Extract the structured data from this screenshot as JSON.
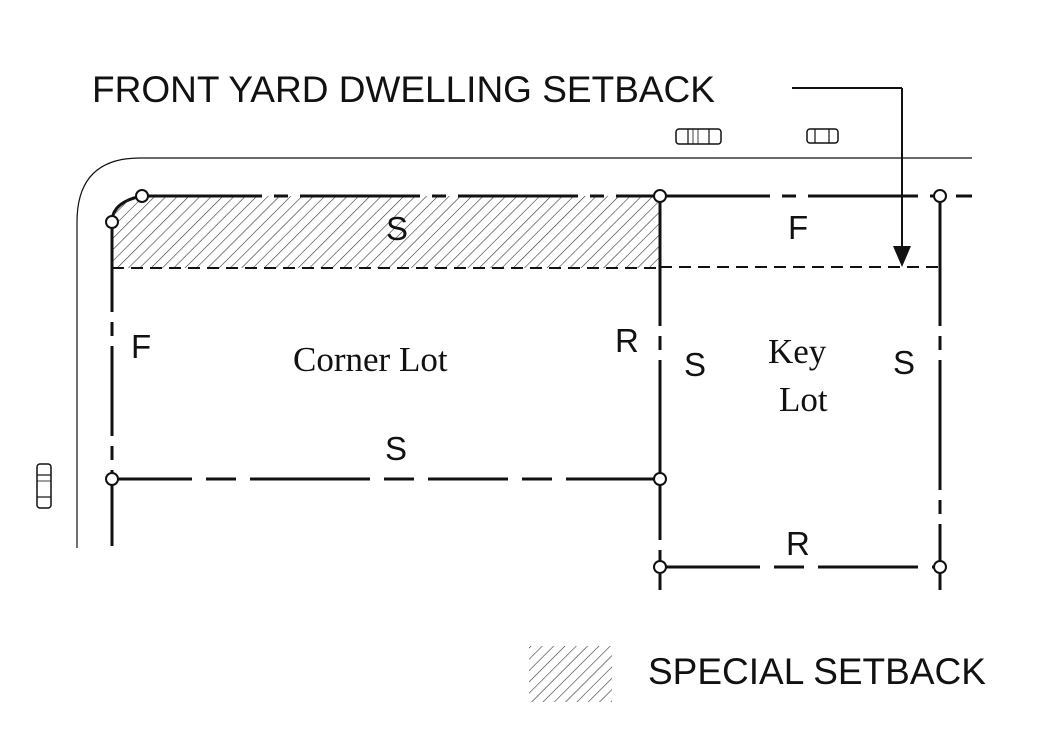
{
  "title": "FRONT YARD DWELLING SETBACK",
  "lots": {
    "corner": "Corner Lot",
    "key_line1": "Key",
    "key_line2": "Lot"
  },
  "labels": {
    "corner_top": "S",
    "corner_left": "F",
    "corner_right": "R",
    "corner_bottom": "S",
    "key_top": "F",
    "key_left": "S",
    "key_right": "S",
    "key_bottom": "R"
  },
  "legend": {
    "label": "SPECIAL SETBACK"
  },
  "icons": [
    "car-icon",
    "car-icon",
    "car-icon"
  ],
  "colors": {
    "ink": "#111111",
    "background": "#ffffff"
  }
}
